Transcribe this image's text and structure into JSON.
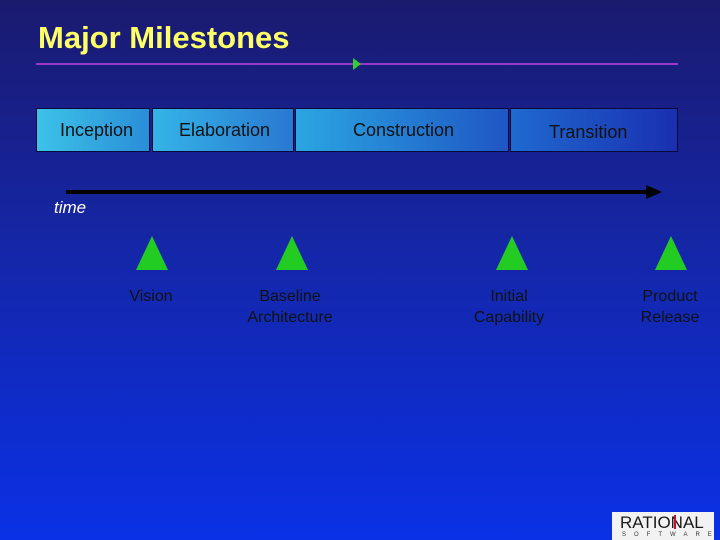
{
  "title": "Major Milestones",
  "phases": [
    {
      "label": "Inception"
    },
    {
      "label": "Elaboration"
    },
    {
      "label": "Construction"
    },
    {
      "label": "Transition"
    }
  ],
  "timeline": {
    "label": "time"
  },
  "milestones": [
    {
      "label": "Vision",
      "icon": "triangle-icon"
    },
    {
      "label": "Baseline\nArchitecture",
      "icon": "triangle-icon"
    },
    {
      "label": "Initial\nCapability",
      "icon": "triangle-icon"
    },
    {
      "label": "Product\nRelease",
      "icon": "triangle-icon"
    }
  ],
  "logo": {
    "main": "RATIONAL",
    "sub": "SOFTWARE"
  },
  "colors": {
    "title": "#ffff66",
    "milestone_marker": "#22cc22",
    "rule": "#9a38c8"
  }
}
